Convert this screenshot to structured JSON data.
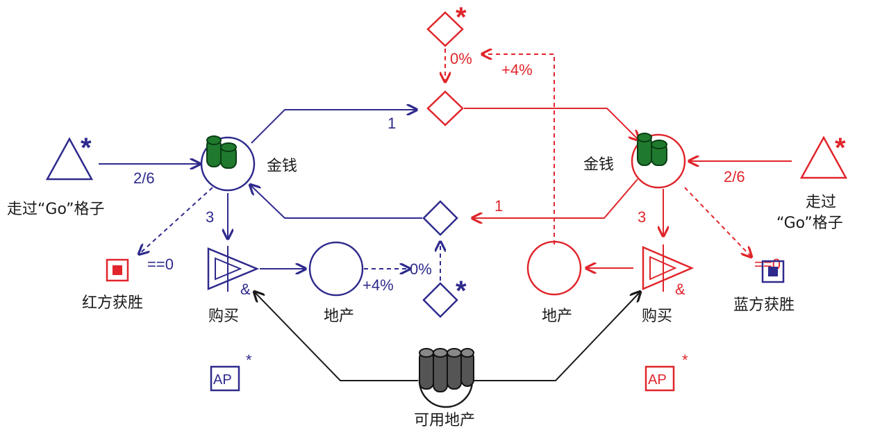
{
  "colors": {
    "blue": "#2e2a8c",
    "red": "#e0252b",
    "black": "#1a1a1a",
    "green": "#1f7a2e"
  },
  "nodes": {
    "blue_pass_go": "走过“Go”格子",
    "red_pass_go_line1": "走过",
    "red_pass_go_line2": "“Go”格子",
    "blue_money": "金钱",
    "red_money": "金钱",
    "blue_buy": "购买",
    "red_buy": "购买",
    "blue_property": "地产",
    "red_property": "地产",
    "available_property": "可用地产",
    "red_wins": "红方获胜",
    "blue_wins": "蓝方获胜",
    "ap": "AP"
  },
  "edges": {
    "blue_income": "2/6",
    "red_income": "2/6",
    "blue_buy_cost": "3",
    "red_buy_cost": "3",
    "blue_rent": "1",
    "red_rent": "1",
    "blue_win_cond": "==0",
    "red_win_cond": "==0",
    "blue_rent_mod": "+4%",
    "red_rent_mod": "+4%",
    "blue_rent_start": "0%",
    "red_rent_start": "0%",
    "and_symbol": "&",
    "star_symbol": "*"
  }
}
